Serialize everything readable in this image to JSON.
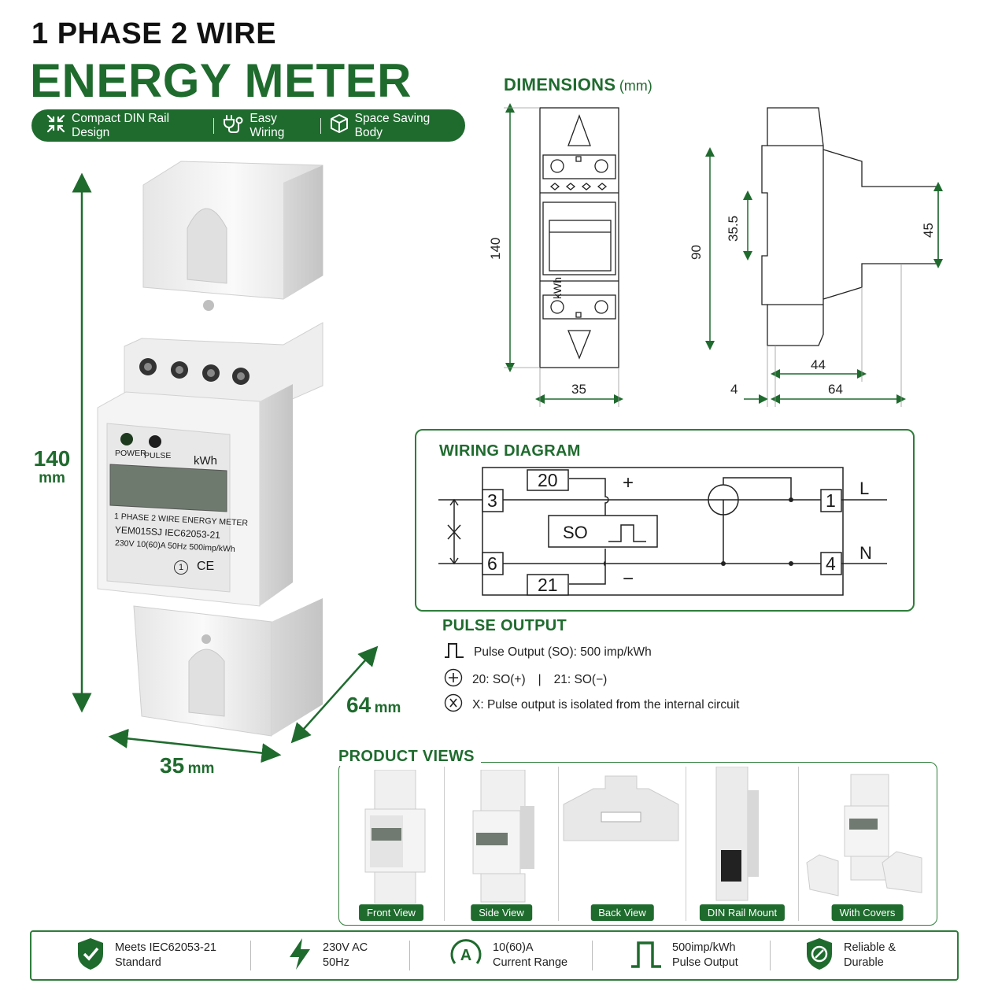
{
  "header": {
    "line1": "1 PHASE 2 WIRE",
    "line2": "ENERGY METER"
  },
  "features": [
    {
      "icon": "compress-arrows-icon",
      "label": "Compact DIN Rail Design"
    },
    {
      "icon": "plug-icon",
      "label": "Easy Wiring"
    },
    {
      "icon": "cube-icon",
      "label": "Space Saving Body"
    }
  ],
  "product": {
    "height_value": "140",
    "height_unit": "mm",
    "depth_value": "64",
    "depth_unit": "mm",
    "width_value": "35",
    "width_unit": "mm",
    "panel": {
      "led1": "POWER",
      "led2": "PULSE",
      "unit": "kWh",
      "line1": "1 PHASE 2 WIRE ENERGY METER",
      "line2": "YEM015SJ  IEC62053-21",
      "line3": "230V  10(60)A 50Hz 500imp/kWh",
      "mark_ce": "CE",
      "mark_one": "1"
    }
  },
  "dimensions": {
    "title": "DIMENSIONS",
    "unit": "(mm)",
    "front_height": "140",
    "front_width": "35",
    "side_height": "90",
    "side_rail": "35.5",
    "side_step": "45",
    "side_body": "44",
    "side_depth": "64",
    "side_offset": "4",
    "front_unit": "kWh"
  },
  "wiring": {
    "title": "WIRING DIAGRAM",
    "t20": "20",
    "t21": "21",
    "t3": "3",
    "t6": "6",
    "t1": "1",
    "t4": "4",
    "so": "SO",
    "plus": "+",
    "minus": "−",
    "L": "L",
    "N": "N"
  },
  "pulse": {
    "title": "PULSE OUTPUT",
    "l1": "Pulse Output (SO): 500 imp/kWh",
    "l2a": "20: SO(+)",
    "l2sep": "|",
    "l2b": "21: SO(−)",
    "l3": "X: Pulse output is isolated from the internal circuit"
  },
  "views": {
    "title": "PRODUCT VIEWS",
    "items": [
      "Front View",
      "Side View",
      "Back View",
      "DIN Rail Mount",
      "With Covers"
    ]
  },
  "footer": [
    {
      "icon": "shield-check-icon",
      "l1": "Meets IEC62053-21",
      "l2": "Standard"
    },
    {
      "icon": "lightning-icon",
      "l1": "230V AC",
      "l2": "50Hz"
    },
    {
      "icon": "ampere-gauge-icon",
      "l1": "10(60)A",
      "l2": "Current Range"
    },
    {
      "icon": "pulse-wave-icon",
      "l1": "500imp/kWh",
      "l2": "Pulse Output"
    },
    {
      "icon": "shield-durable-icon",
      "l1": "Reliable &",
      "l2": "Durable"
    }
  ],
  "colors": {
    "brand_green": "#1f6b2e",
    "meter_body": "#f2f2f2"
  }
}
